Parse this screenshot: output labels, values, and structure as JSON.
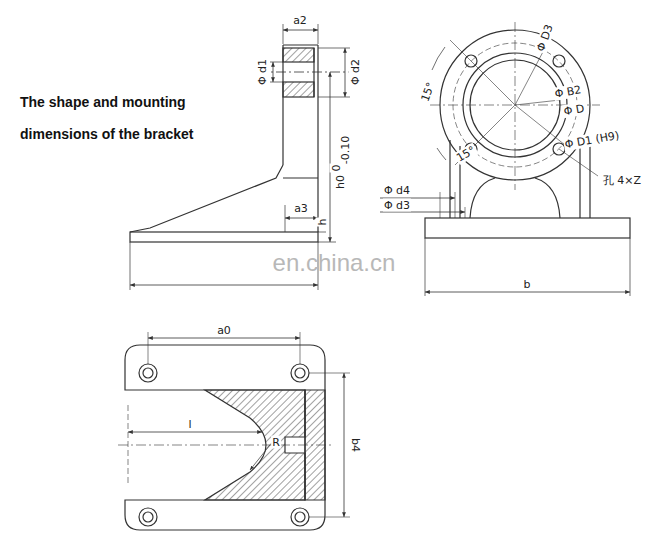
{
  "diagram": {
    "title": "The shape and mounting dimensions of the bracket",
    "labels": [
      "a2",
      "Φ d2",
      "Φ d1",
      "a3",
      "h",
      "h0",
      "0",
      "-0.10",
      "15°",
      "15°",
      "Φ D3",
      "Φ B2",
      "Φ D",
      "Φ D1 (H9)",
      "孔 4×Z",
      "Φ d4",
      "Φ d3",
      "b",
      "a0",
      "l",
      "R",
      "b4",
      "en.china.cn"
    ]
  }
}
